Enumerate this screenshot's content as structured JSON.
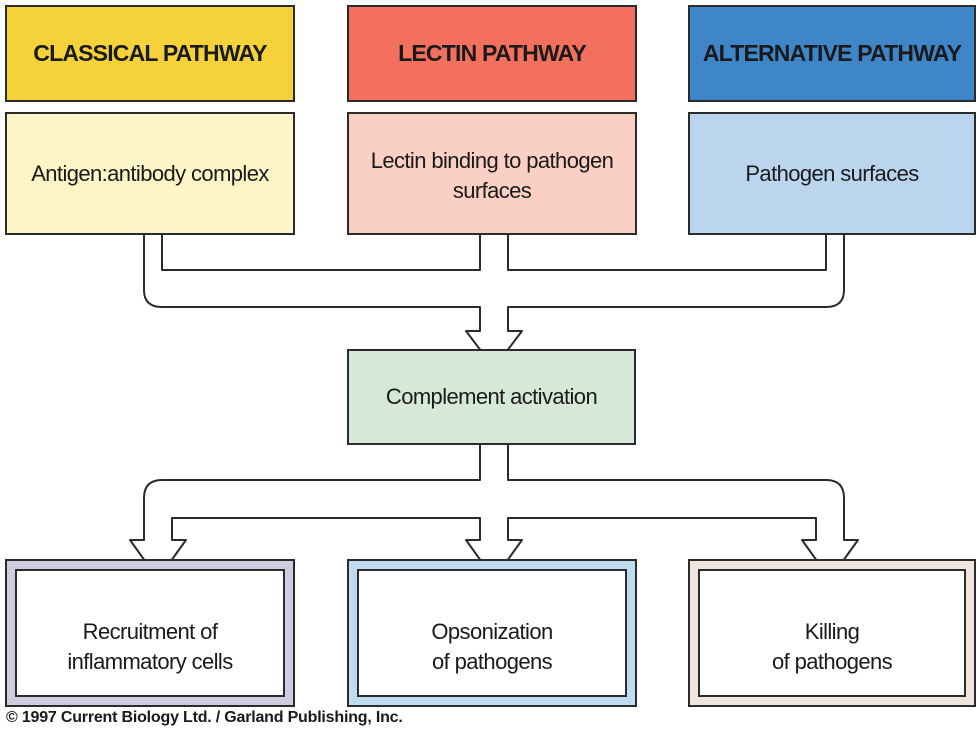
{
  "pathways": [
    {
      "name": "CLASSICAL PATHWAY",
      "trigger": "Antigen:antibody complex",
      "header_color": "#f6d23a",
      "body_color": "#fdf5c8"
    },
    {
      "name": "LECTIN PATHWAY",
      "trigger": "Lectin binding to pathogen\nsurfaces",
      "header_color": "#f3705f",
      "body_color": "#fbd0c4"
    },
    {
      "name": "ALTERNATIVE PATHWAY",
      "trigger": "Pathogen surfaces",
      "header_color": "#3f86c9",
      "body_color": "#bcd5ee"
    }
  ],
  "central": {
    "label": "Complement activation",
    "color": "#d6e8d7"
  },
  "outcomes": [
    {
      "label": "Recruitment of\ninflammatory cells",
      "frame_color": "#cdcce0"
    },
    {
      "label": "Opsonization\nof pathogens",
      "frame_color": "#bfdcef"
    },
    {
      "label": "Killing\nof pathogens",
      "frame_color": "#f0e4dc"
    }
  ],
  "copyright": "© 1997 Current Biology Ltd. / Garland Publishing, Inc."
}
